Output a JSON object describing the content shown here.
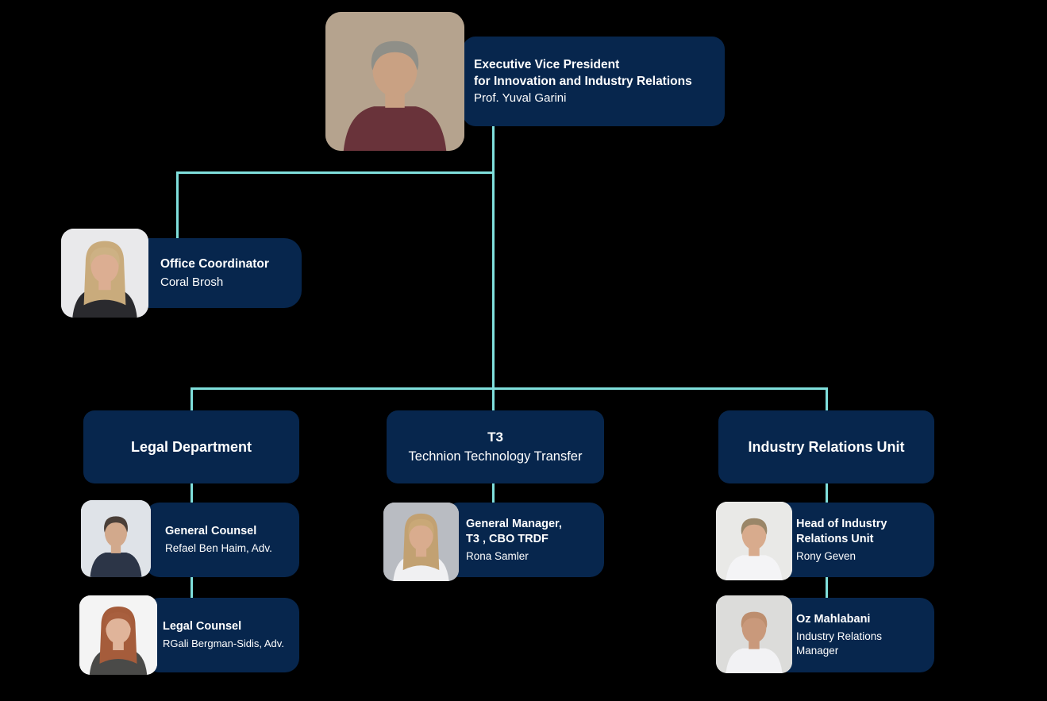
{
  "palette": {
    "background": "#000000",
    "card": "#07264d",
    "connector": "#7fdfdc",
    "text": "#ffffff"
  },
  "chart": {
    "root": {
      "title_lines": [
        "Executive Vice President",
        "for Innovation and Industry Relations"
      ],
      "name": "Prof. Yuval Garini",
      "avatar": {
        "bg": "#b5a38e",
        "skin": "#c9a183",
        "hair": "#8f8f88",
        "hairback": "transparent",
        "shirt": "#69333a"
      }
    },
    "assistant": {
      "title_lines": [
        "Office Coordinator"
      ],
      "name": "Coral Brosh",
      "avatar": {
        "bg": "#e9e9eb",
        "skin": "#dcae92",
        "hair": "#cdb184",
        "hairback": "#c9ab7c",
        "shirt": "#2a2a2e"
      }
    },
    "departments": [
      {
        "title": "Legal Department",
        "subtitle": "",
        "members": [
          {
            "title_lines": [
              "General Counsel"
            ],
            "name": "Refael Ben Haim, Adv.",
            "avatar": {
              "bg": "#dfe3e8",
              "skin": "#d2a98c",
              "hair": "#4a3f38",
              "hairback": "transparent",
              "shirt": "#2c3547"
            }
          },
          {
            "title_lines": [
              "Legal Counsel"
            ],
            "name": "RGali Bergman-Sidis, Adv.",
            "avatar": {
              "bg": "#f4f4f4",
              "skin": "#e0b49a",
              "hair": "#a85f3e",
              "hairback": "#a55c3b",
              "shirt": "#4a4a48"
            }
          }
        ]
      },
      {
        "title": "T3",
        "subtitle": "Technion Technology Transfer",
        "members": [
          {
            "title_lines": [
              "General Manager,",
              " T3 , CBO TRDF"
            ],
            "name": "Rona Samler",
            "avatar": {
              "bg": "#b9bcc2",
              "skin": "#d9ac8e",
              "hair": "#c9a877",
              "hairback": "#c2a172",
              "shirt": "#f0f0f2"
            }
          }
        ]
      },
      {
        "title": "Industry Relations Unit",
        "subtitle": "",
        "members": [
          {
            "title_lines": [
              "Head of Industry",
              "Relations Unit"
            ],
            "name": "Rony Geven",
            "avatar": {
              "bg": "#e9e9e7",
              "skin": "#d8ab8d",
              "hair": "#9a8668",
              "hairback": "transparent",
              "shirt": "#f4f4f6"
            }
          },
          {
            "title_lines": [
              "Oz Mahlabani"
            ],
            "name": "Industry Relations Manager",
            "avatar": {
              "bg": "#dcdcda",
              "skin": "#c9997b",
              "hair": "#bd8e6e",
              "hairback": "transparent",
              "shirt": "#f2f2f4"
            }
          }
        ]
      }
    ]
  }
}
